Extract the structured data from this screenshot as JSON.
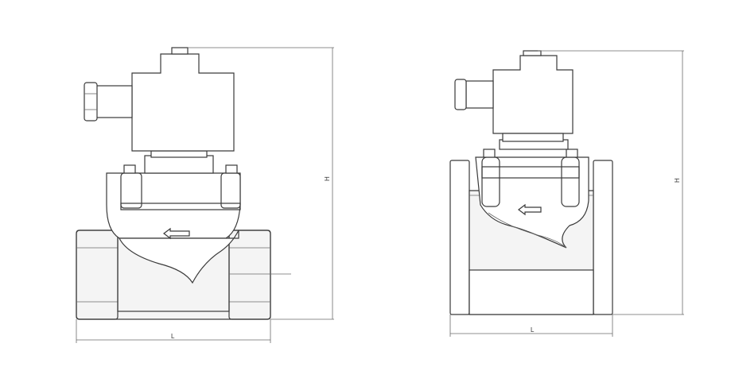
{
  "views": [
    {
      "name": "threaded-valve",
      "length_label": "L",
      "height_label": "H"
    },
    {
      "name": "flanged-valve",
      "length_label": "L",
      "height_label": "H"
    }
  ],
  "colors": {
    "line": "#3a3a3a",
    "background": "#ffffff"
  }
}
